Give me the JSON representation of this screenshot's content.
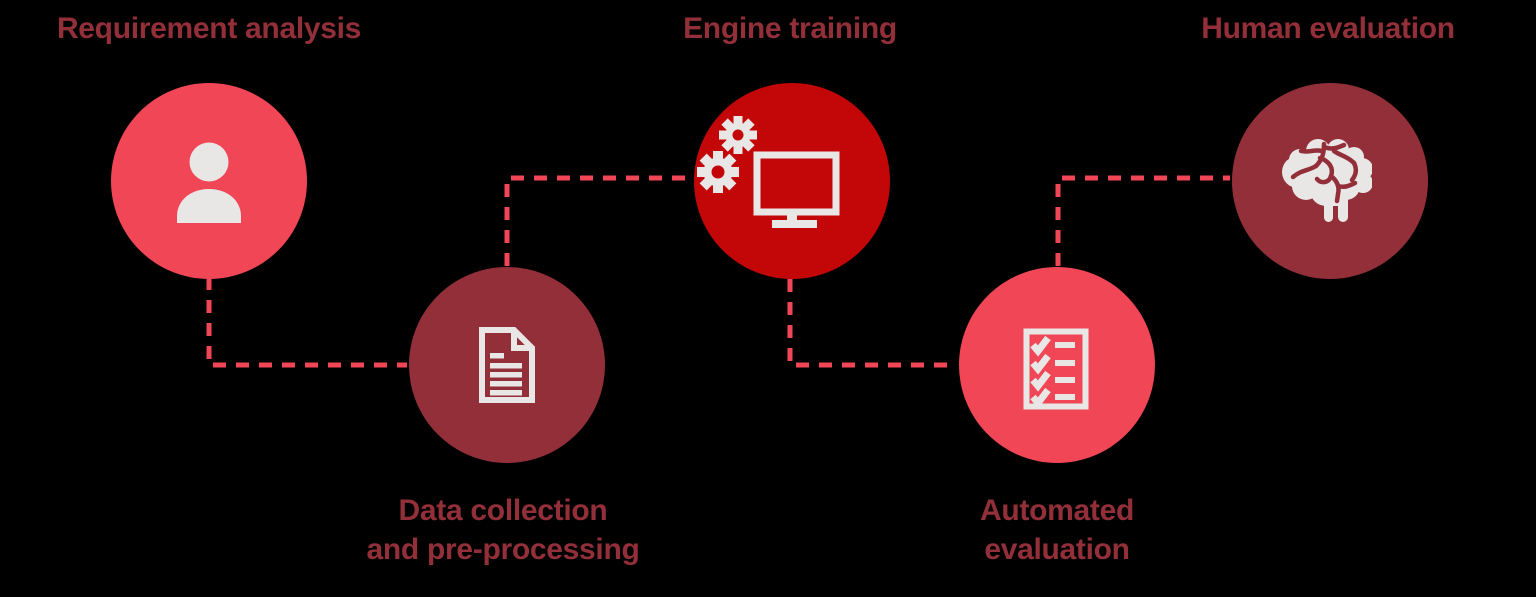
{
  "colors": {
    "background": "#000000",
    "coral": "#F04656",
    "maroon": "#932F39",
    "red": "#C30607",
    "icon": "#E9E6E6"
  },
  "steps": [
    {
      "name": "requirement-analysis",
      "label": "Requirement analysis",
      "icon": "person-icon",
      "circle_color": "#F04656",
      "label_position": "top"
    },
    {
      "name": "data-collection",
      "label_line1": "Data collection",
      "label_line2": "and pre-processing",
      "icon": "document-icon",
      "circle_color": "#932F39",
      "label_position": "bottom"
    },
    {
      "name": "engine-training",
      "label": "Engine training",
      "icon": "gears-monitor-icon",
      "circle_color": "#C30607",
      "label_position": "top"
    },
    {
      "name": "automated-evaluation",
      "label_line1": "Automated",
      "label_line2": "evaluation",
      "icon": "checklist-icon",
      "circle_color": "#F04656",
      "label_position": "bottom"
    },
    {
      "name": "human-evaluation",
      "label": "Human evaluation",
      "icon": "brain-icon",
      "circle_color": "#932F39",
      "label_position": "top"
    }
  ],
  "connectors": {
    "style": "dashed",
    "color": "#F04656",
    "count": 4
  }
}
